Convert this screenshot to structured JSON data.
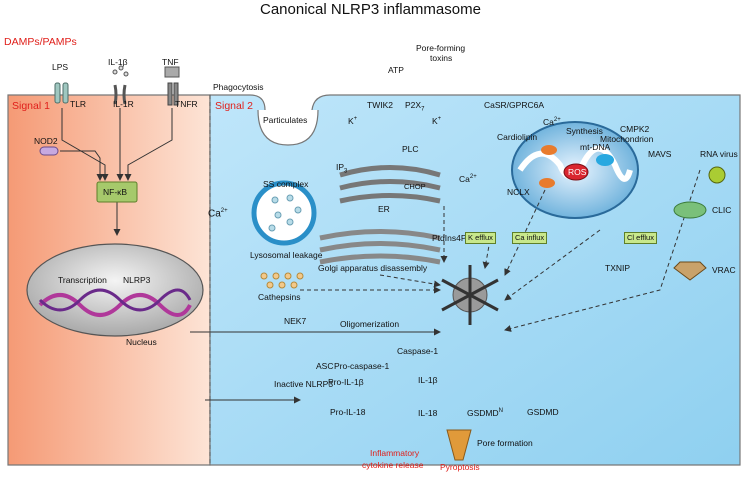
{
  "title": "Canonical NLRP3 inflammasome",
  "damps": "DAMPs/PAMPs",
  "signal1": "Signal 1",
  "signal2": "Signal 2",
  "phagocytosis": "Phagocytosis",
  "receptors": {
    "lps": "LPS",
    "tlr": "TLR",
    "il1b_ligand": "IL-1β",
    "il1r": "IL-1R",
    "tnf": "TNF",
    "tnfr": "TNFR",
    "nod2": "NOD2",
    "nfkb": "NF-κB"
  },
  "nucleus": {
    "transcription": "Transcription",
    "nlrp3": "NLRP3",
    "nucleus": "Nucleus"
  },
  "channels": {
    "pore_forming": "Pore-forming",
    "toxins": "toxins",
    "atp": "ATP",
    "twik2": "TWIK2",
    "p2x7": "P2X",
    "p2x7_sub": "7",
    "k1": "K",
    "k2": "K",
    "casr": "CaSR/GPRC6A",
    "ca_top": "Ca",
    "plus": "+",
    "ca2plus": "2+"
  },
  "particulates": "Particulates",
  "plc": "PLC",
  "ip3": "IP",
  "ip3_sub": "3",
  "chop": "CHOP",
  "er": "ER",
  "ca2_er": "Ca",
  "ss_complex": "SS complex",
  "ca2_lyso": "Ca",
  "lysosomal_leakage": "Lysosomal leakage",
  "cathepsins": "Cathepsins",
  "ptdins4p": "PtdIns4P",
  "golgi": "Golgi apparatus disassembly",
  "effluxes": {
    "k_efflux": "K  efflux",
    "ca_influx": "Ca  influx",
    "cl_efflux": "Cl  efflux"
  },
  "mito": {
    "cardiolipin": "Cardiolipin",
    "cmpk2": "CMPK2",
    "mitochondrion": "Mitochondrion",
    "synthesis": "Synthesis",
    "mavs": "MAVS",
    "mtdna": "mt-DNA",
    "ros": "ROS",
    "nclx": "NCLX"
  },
  "txnip": "TXNIP",
  "rna_virus": "RNA virus",
  "clic": "CLIC",
  "vrac": "VRAC",
  "nek7": "NEK7",
  "oligomerization": "Oligomerization",
  "caspase1": "Caspase-1",
  "asc": "ASC",
  "pro_casp1": "Pro-caspase-1",
  "inactive_nlrp3": "Inactive NLRP3",
  "pro_il1b": "Pro-IL-1β",
  "pro_il18": "Pro-IL-18",
  "il1b": "IL-1β",
  "il18": "IL-18",
  "gsdmdn": "GSDMD",
  "gsdmdn_sup": "N",
  "gsdmd": "GSDMD",
  "pore_formation": "Pore formation",
  "inflam_release_1": "Inflammatory",
  "inflam_release_2": "cytokine release",
  "pyroptosis": "Pyroptosis",
  "colors": {
    "signal1_bg": "#f3a07c",
    "signal2_bg": "#a8dcf5",
    "red": "#e0201b",
    "green_box": "#c8e88c"
  }
}
